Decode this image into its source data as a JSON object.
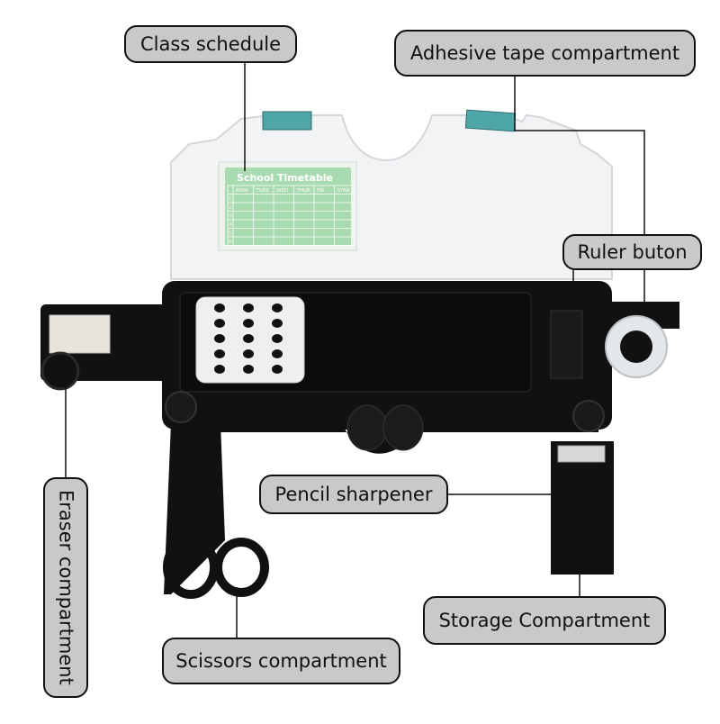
{
  "labels": {
    "class_schedule": "Class schedule",
    "adhesive_tape": "Adhesive tape compartment",
    "ruler_button": "Ruler buton",
    "eraser": "Eraser compartment",
    "pencil_sharpener": "Pencil sharpener",
    "storage": "Storage Compartment",
    "scissors": "Scissors compartment"
  },
  "timetable": {
    "title": "School Timetable",
    "days": [
      "MON",
      "TUES",
      "WED",
      "THUR",
      "FRI",
      "STAR"
    ],
    "rows": [
      "1",
      "2",
      "3",
      "4",
      "5",
      "6"
    ]
  },
  "colors": {
    "callout_fill": "#c9c9c9",
    "body_black": "#111111",
    "lid_white": "#f2f3f5",
    "timetable_green": "#a8dcb0",
    "clip_teal": "#4fa6a8"
  }
}
